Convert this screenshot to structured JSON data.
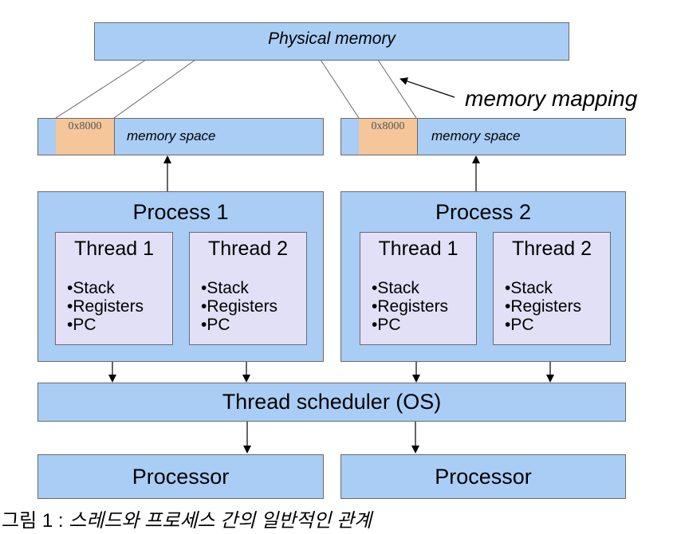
{
  "physical_memory": "Physical memory",
  "memory_mapping": "memory mapping",
  "memory_spaces": [
    {
      "address": "0x8000",
      "label": "memory space"
    },
    {
      "address": "0x8000",
      "label": "memory space"
    }
  ],
  "processes": [
    {
      "title": "Process 1",
      "threads": [
        {
          "title": "Thread 1",
          "items": [
            "Stack",
            "Registers",
            "PC"
          ]
        },
        {
          "title": "Thread 2",
          "items": [
            "Stack",
            "Registers",
            "PC"
          ]
        }
      ]
    },
    {
      "title": "Process 2",
      "threads": [
        {
          "title": "Thread 1",
          "items": [
            "Stack",
            "Registers",
            "PC"
          ]
        },
        {
          "title": "Thread 2",
          "items": [
            "Stack",
            "Registers",
            "PC"
          ]
        }
      ]
    }
  ],
  "scheduler": "Thread scheduler (OS)",
  "processors": [
    "Processor",
    "Processor"
  ],
  "caption": {
    "prefix": "그림 1 : ",
    "text": "스레드와 프로세스 간의 일반적인 관계"
  },
  "colors": {
    "box_fill": "#a9cdf5",
    "thread_fill": "#e2e0f7",
    "address_fill": "#f4c69a",
    "border": "#6b6b6b"
  }
}
